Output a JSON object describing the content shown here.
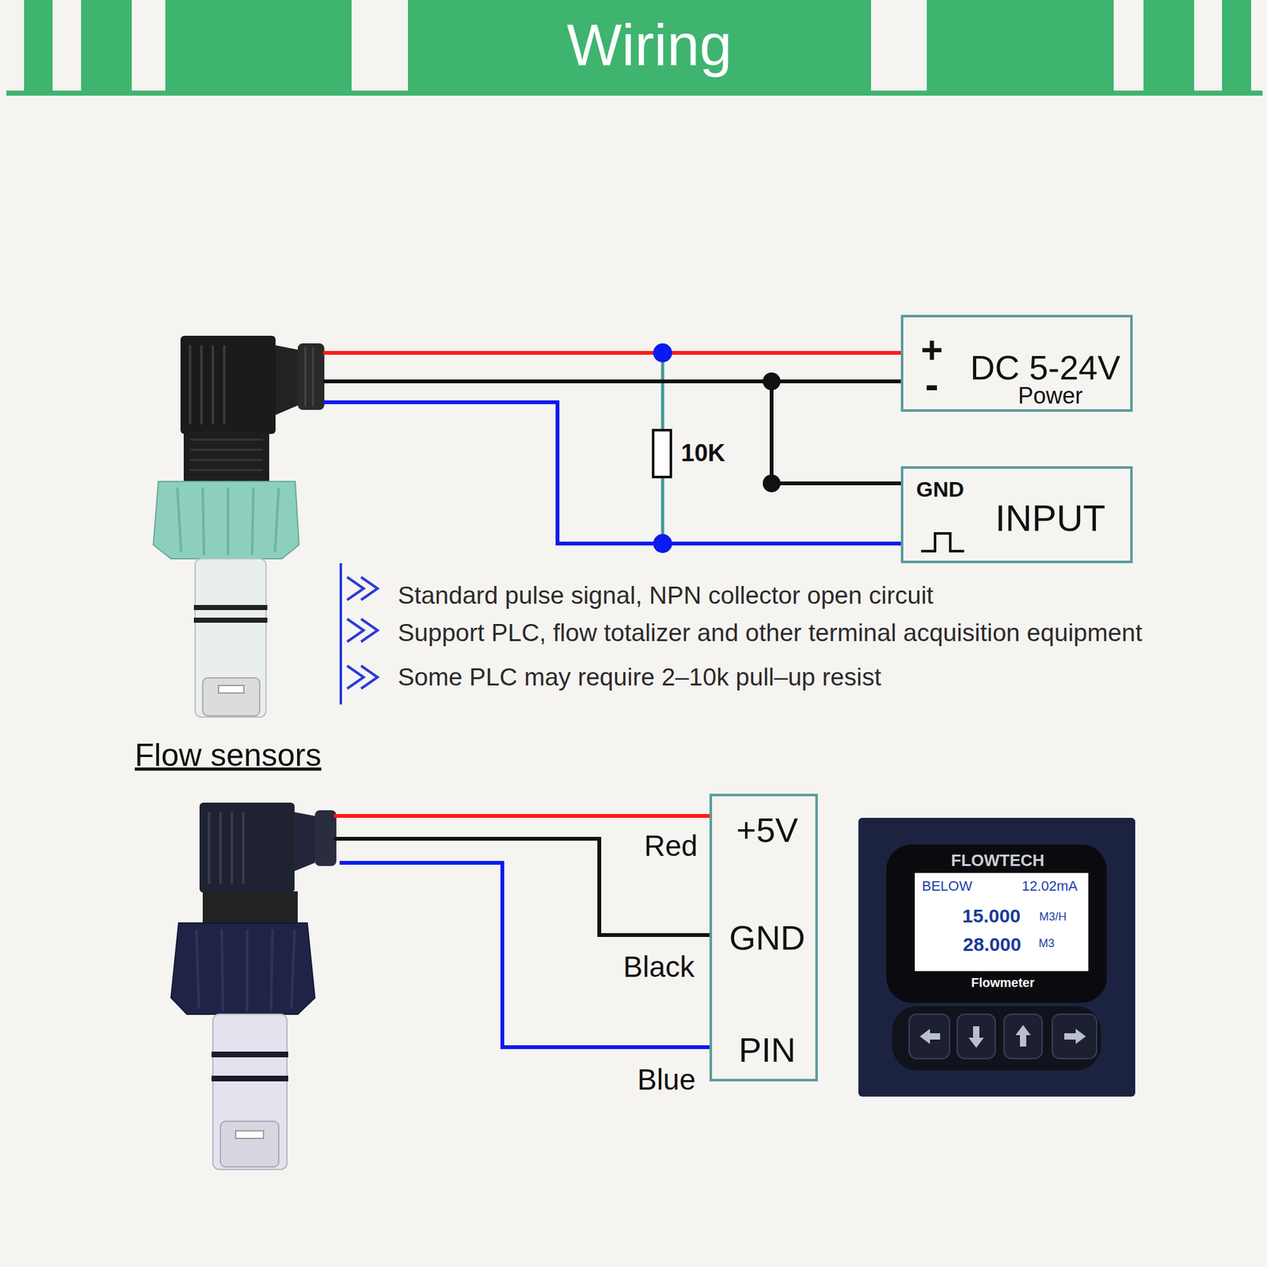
{
  "diagram": {
    "title": "Wiring",
    "nodes": [
      {
        "text": [
          "+",
          "DC 5-24V",
          "-",
          "Power"
        ]
      },
      {
        "text": [
          "GND",
          "INPUT"
        ]
      },
      {
        "text": [
          "+5V",
          "GND",
          "PIN"
        ]
      },
      {
        "text": [
          "FLOWTECH",
          "Flowmeter"
        ]
      },
      {
        "text": [
          "BELOW",
          "12.02mA",
          "15.000",
          "M3/H",
          "28.000",
          "M3"
        ],
        "in": 3
      }
    ],
    "edges": [
      {
        "from": 0,
        "to": 1,
        "arrow": "none"
      }
    ],
    "labels": [
      "10K",
      "Standard pulse signal, NPN collector open circuit",
      "Support PLC, flow totalizer and other terminal acquisition equipment",
      "Some PLC may require 2–10k pull–up resist",
      "Flow sensors",
      "Red",
      "Black",
      "Blue"
    ]
  }
}
